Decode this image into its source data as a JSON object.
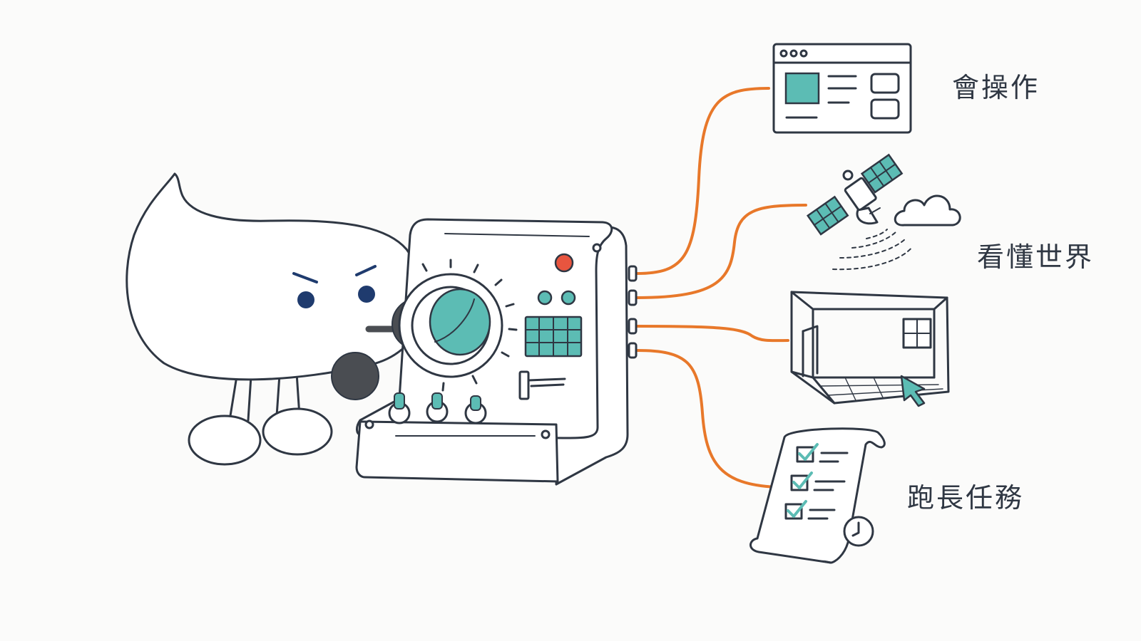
{
  "labels": {
    "operate": "會操作",
    "world": "看懂世界",
    "long_task": "跑長任務"
  },
  "colors": {
    "line": "#2f3743",
    "connector": "#e8782a",
    "accent_teal": "#5cbcb4",
    "knob_dark": "#4a4d52",
    "eyes": "#1f3b6e",
    "button_red": "#e8553f",
    "background": "#fbfbfa"
  },
  "icons": [
    "mascot-speech-bubble",
    "control-panel-console",
    "browser-window-icon",
    "satellite-icon",
    "cloud-icon",
    "room-3d-icon",
    "cursor-arrow-icon",
    "checklist-scroll-icon",
    "clock-icon"
  ]
}
